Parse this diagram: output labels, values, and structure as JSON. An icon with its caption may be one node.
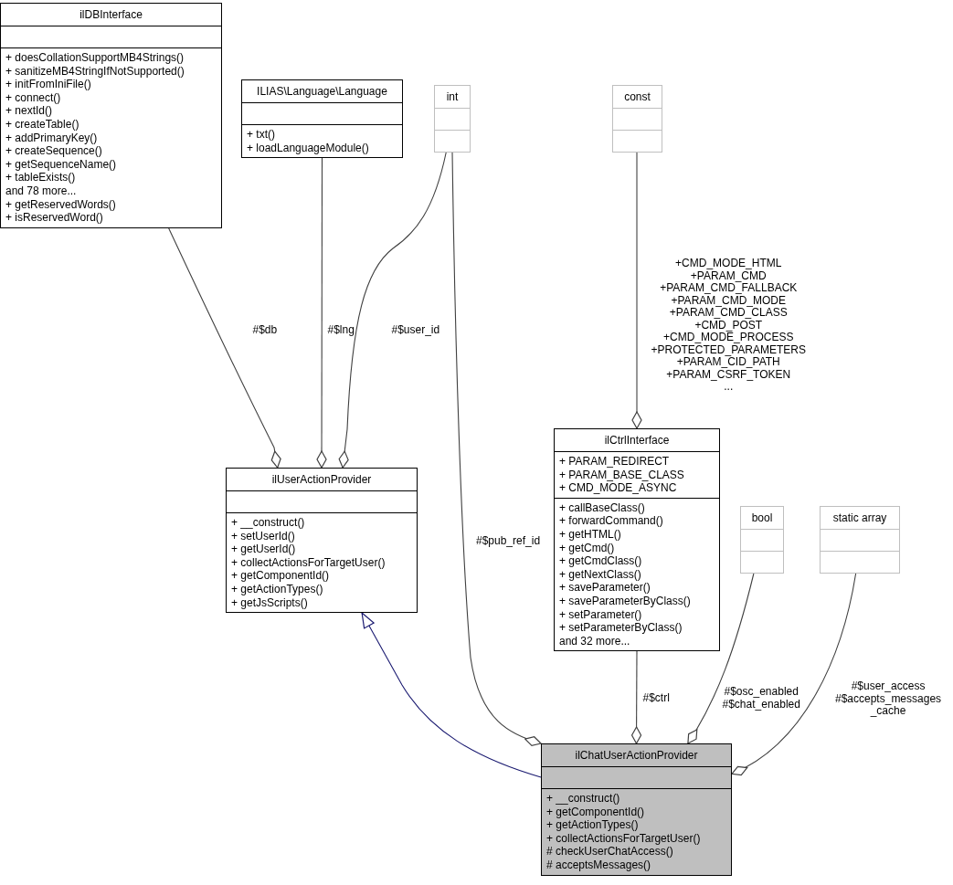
{
  "diagram": {
    "nodes": [
      {
        "text": [
          "ilDBInterface",
          "+ doesCollationSupportMB4Strings()",
          "+ sanitizeMB4StringIfNotSupported()",
          "+ initFromIniFile()",
          "+ connect()",
          "+ nextId()",
          "+ createTable()",
          "+ addPrimaryKey()",
          "+ createSequence()",
          "+ getSequenceName()",
          "+ tableExists()",
          "and 78 more...",
          "+ getReservedWords()",
          "+ isReservedWord()"
        ]
      },
      {
        "text": [
          "ILIAS\\Language\\Language",
          "+ txt()",
          "+ loadLanguageModule()"
        ]
      },
      {
        "text": [
          "int"
        ]
      },
      {
        "text": [
          "const"
        ]
      },
      {
        "text": [
          "ilUserActionProvider",
          "+ __construct()",
          "+ setUserId()",
          "+ getUserId()",
          "+ collectActionsForTargetUser()",
          "+ getComponentId()",
          "+ getActionTypes()",
          "+ getJsScripts()"
        ]
      },
      {
        "text": [
          "ilCtrlInterface",
          "+ PARAM_REDIRECT",
          "+ PARAM_BASE_CLASS",
          "+ CMD_MODE_ASYNC",
          "+ callBaseClass()",
          "+ forwardCommand()",
          "+ getHTML()",
          "+ getCmd()",
          "+ getCmdClass()",
          "+ getNextClass()",
          "+ saveParameter()",
          "+ saveParameterByClass()",
          "+ setParameter()",
          "+ setParameterByClass()",
          "and 32 more..."
        ]
      },
      {
        "text": [
          "bool"
        ]
      },
      {
        "text": [
          "static array"
        ]
      },
      {
        "text": [
          "ilChatUserActionProvider",
          "+ __construct()",
          "+ getComponentId()",
          "+ getActionTypes()",
          "+ collectActionsForTargetUser()",
          "# checkUserChatAccess()",
          "# acceptsMessages()"
        ]
      }
    ],
    "edges": [
      {
        "from": 0,
        "to": 4,
        "arrow": "other",
        "label": "#$db"
      },
      {
        "from": 1,
        "to": 4,
        "arrow": "other",
        "label": "#$lng"
      },
      {
        "from": 2,
        "to": 4,
        "arrow": "other",
        "label": "#$user_id"
      },
      {
        "from": 2,
        "to": 8,
        "arrow": "other",
        "label": "#$pub_ref_id"
      },
      {
        "from": 3,
        "to": 5,
        "arrow": "other",
        "label": "+CMD_MODE_HTML +PARAM_CMD +PARAM_CMD_FALLBACK +PARAM_CMD_MODE +PARAM_CMD_CLASS +CMD_POST +CMD_MODE_PROCESS +PROTECTED_PARAMETERS +PARAM_CID_PATH +PARAM_CSRF_TOKEN ..."
      },
      {
        "from": 5,
        "to": 8,
        "arrow": "other",
        "label": "#$ctrl"
      },
      {
        "from": 6,
        "to": 8,
        "arrow": "other",
        "label": "#$osc_enabled #$chat_enabled"
      },
      {
        "from": 7,
        "to": 8,
        "arrow": "other",
        "label": "#$user_access #$accepts_messages _cache"
      },
      {
        "from": 8,
        "to": 4,
        "arrow": "to",
        "color": "#191970"
      }
    ]
  }
}
